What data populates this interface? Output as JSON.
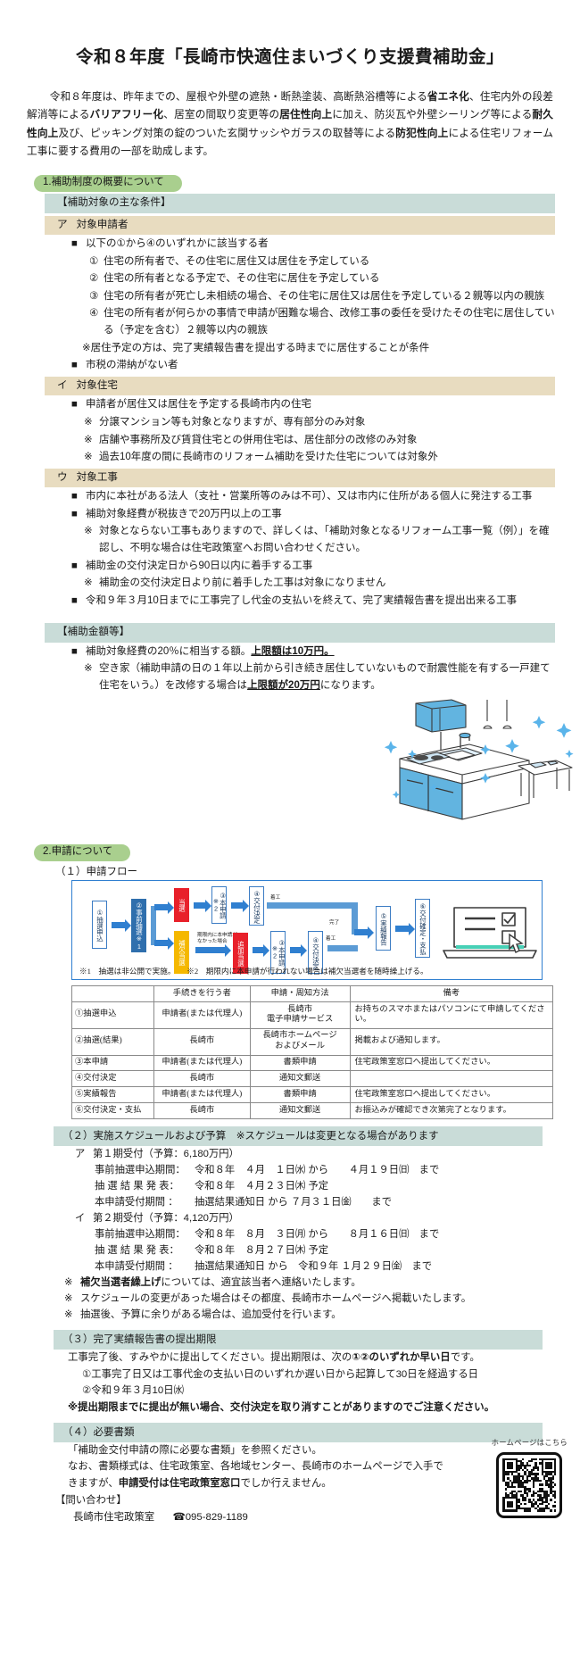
{
  "title": "令和８年度「長崎市快適住まいづくり支援費補助金」",
  "intro": {
    "parts": [
      {
        "t": "令和８年度は、昨年までの、屋根や外壁の遮熱・断熱塗装、高断熱浴槽等による",
        "b": false
      },
      {
        "t": "省エネ化",
        "b": true
      },
      {
        "t": "、住宅内外の段差解消等による",
        "b": false
      },
      {
        "t": "バリアフリー化",
        "b": true
      },
      {
        "t": "、居室の間取り変更等の",
        "b": false
      },
      {
        "t": "居住性向上",
        "b": true
      },
      {
        "t": "に加え、防災瓦や外壁シーリング等による",
        "b": false
      },
      {
        "t": "耐久性向上",
        "b": true
      },
      {
        "t": "及び、ピッキング対策の錠のついた玄関サッシやガラスの取替等による",
        "b": false
      },
      {
        "t": "防犯性向上",
        "b": true
      },
      {
        "t": "による住宅リフォーム工事に要する費用の一部を助成します。",
        "b": false
      }
    ]
  },
  "section1": {
    "pill": "1.補助制度の概要について",
    "conditions_header": "【補助対象の主な条件】",
    "group_a": {
      "kana": "ア",
      "label": "対象申請者",
      "lead": {
        "mark": "■",
        "text": "以下の①から④のいずれかに該当する者"
      },
      "items": [
        {
          "mark": "①",
          "text": "住宅の所有者で、その住宅に居住又は居住を予定している"
        },
        {
          "mark": "②",
          "text": "住宅の所有者となる予定で、その住宅に居住を予定している"
        },
        {
          "mark": "③",
          "text": "住宅の所有者が死亡し未相続の場合、その住宅に居住又は居住を予定している２親等以内の親族"
        },
        {
          "mark": "④",
          "text": "住宅の所有者が何らかの事情で申請が困難な場合、改修工事の委任を受けたその住宅に居住している（予定を含む）２親等以内の親族"
        }
      ],
      "note": "※居住予定の方は、完了実績報告書を提出する時までに居住することが条件",
      "extra": {
        "mark": "■",
        "text": "市税の滞納がない者"
      }
    },
    "group_i": {
      "kana": "イ",
      "label": "対象住宅",
      "items": [
        {
          "mark": "■",
          "text": "申請者が居住又は居住を予定する長崎市内の住宅"
        },
        {
          "mark": "※",
          "text": "分譲マンション等も対象となりますが、専有部分のみ対象"
        },
        {
          "mark": "※",
          "text": "店舗や事務所及び賃貸住宅との併用住宅は、居住部分の改修のみ対象"
        },
        {
          "mark": "※",
          "text": "過去10年度の間に長崎市のリフォーム補助を受けた住宅については対象外"
        }
      ]
    },
    "group_u": {
      "kana": "ウ",
      "label": "対象工事",
      "items": [
        {
          "mark": "■",
          "text": "市内に本社がある法人（支社・営業所等のみは不可）、又は市内に住所がある個人に発注する工事"
        },
        {
          "mark": "■",
          "text": "補助対象経費が税抜きで20万円以上の工事"
        },
        {
          "mark": "※",
          "text": "対象とならない工事もありますので、詳しくは、「補助対象となるリフォーム工事一覧（例）」を確認し、不明な場合は住宅政策室へお問い合わせください。"
        },
        {
          "mark": "■",
          "text": "補助金の交付決定日から90日以内に着手する工事"
        },
        {
          "mark": "※",
          "text": "補助金の交付決定日より前に着手した工事は対象になりません"
        },
        {
          "mark": "■",
          "text": "令和９年３月10日までに工事完了し代金の支払いを終えて、完了実績報告書を提出出来る工事"
        }
      ]
    },
    "amount_header": "【補助金額等】",
    "amount_line1": [
      {
        "t": "補助対象経費の20％に相当する額。",
        "b": false
      },
      {
        "t": "上限額は10万円。",
        "b": true,
        "u": true
      }
    ],
    "amount_note": [
      {
        "t": "空き家（補助申請の日の１年以上前から引き続き居住していないもので耐震性能を有する一戸建て住宅をいう。）を改修する場合は",
        "b": false
      },
      {
        "t": "上限額が20万円",
        "b": true,
        "u": true
      },
      {
        "t": "になります。",
        "b": false
      }
    ],
    "amount_mark": "■",
    "note_mark": "※"
  },
  "section2": {
    "pill": "2.申請について",
    "flow_label": "（１）申請フロー",
    "flow": {
      "nodes": [
        {
          "id": "n1",
          "label": "①抽選申込"
        },
        {
          "id": "n2",
          "label": "②事前抽選※1"
        },
        {
          "id": "n3",
          "label": "当選"
        },
        {
          "id": "n4",
          "label": "補欠当選"
        },
        {
          "id": "n5",
          "label": "③本申請※2"
        },
        {
          "id": "n6",
          "label": "④交付決定"
        },
        {
          "id": "n7",
          "label": "追加当選"
        },
        {
          "id": "n8",
          "label": "③本申請※2"
        },
        {
          "id": "n9",
          "label": "④交付決定"
        },
        {
          "id": "n10",
          "label": "⑤実績報告"
        },
        {
          "id": "n11",
          "label": "⑥交付確定・支払"
        }
      ],
      "edge_labels": [
        "期限内に本申請がなかった場合",
        "着工",
        "完了",
        "着工"
      ],
      "footnotes": "※1　抽選は非公開で実施。　　※2　期限内に本申請が行われない場合は補欠当選者を随時繰上げる。"
    },
    "table": {
      "headers": [
        "",
        "手続きを行う者",
        "申請・周知方法",
        "備考"
      ],
      "rows": [
        [
          "①抽選申込",
          "申請者(または代理人)",
          "長崎市\n電子申請サービス",
          "お持ちのスマホまたはパソコンにて申請してください。"
        ],
        [
          "②抽選(結果)",
          "長崎市",
          "長崎市ホームページ\nおよびメール",
          "掲載および通知します。"
        ],
        [
          "③本申請",
          "申請者(または代理人)",
          "書類申請",
          "住宅政策室窓口へ提出してください。"
        ],
        [
          "④交付決定",
          "長崎市",
          "通知文郵送",
          ""
        ],
        [
          "⑤実績報告",
          "申請者(または代理人)",
          "書類申請",
          "住宅政策室窓口へ提出してください。"
        ],
        [
          "⑥交付決定・支払",
          "長崎市",
          "通知文郵送",
          "お振込みが確認でき次第完了となります。"
        ]
      ]
    },
    "schedule": {
      "header": "（２）実施スケジュールおよび予算　※スケジュールは変更となる場合があります",
      "term1": {
        "kana": "ア",
        "title": "第１期受付（予算：6,180万円）",
        "lines": [
          {
            "label": "事前抽選申込期間：",
            "value": "令和８年　４月　１日㈬ から　　４月１９日㈰　まで"
          },
          {
            "label": "抽 選 結 果 発 表：",
            "value": "令和８年　４月２３日㈭ 予定"
          },
          {
            "label": "本申請受付期間 ：",
            "value": "抽選結果通知日 から ７月３１日㈮　　まで"
          }
        ]
      },
      "term2": {
        "kana": "イ",
        "title": "第２期受付（予算：4,120万円）",
        "lines": [
          {
            "label": "事前抽選申込期間：",
            "value": "令和８年　８月　３日㈪ から　　８月１６日㈰　まで"
          },
          {
            "label": "抽 選 結 果 発 表：",
            "value": "令和８年　８月２７日㈭ 予定"
          },
          {
            "label": "本申請受付期間 ：",
            "value": "抽選結果通知日 から　令和９年 １月２９日㈮　まで"
          }
        ]
      },
      "notes": [
        [
          {
            "t": "補欠当選者繰上げ",
            "b": true
          },
          {
            "t": "については、適宜該当者へ連絡いたします。",
            "b": false
          }
        ],
        [
          {
            "t": "スケジュールの変更があった場合はその都度、長崎市ホームページへ掲載いたします。",
            "b": false
          }
        ],
        [
          {
            "t": "抽選後、予算に余りがある場合は、追加受付を行います。",
            "b": false
          }
        ]
      ],
      "note_mark": "※"
    },
    "report": {
      "header": "（３）完了実績報告書の提出期限",
      "lead": [
        {
          "t": "工事完了後、すみやかに提出してください。提出期限は、次の",
          "b": false
        },
        {
          "t": "①②のいずれか早い日",
          "b": true
        },
        {
          "t": "です。",
          "b": false
        }
      ],
      "items": [
        "①工事完了日又は工事代金の支払い日のいずれか遅い日から起算して30日を経過する日",
        "②令和９年３月10日㈬"
      ],
      "warning": "※提出期限までに提出が無い場合、交付決定を取り消すことがありますのでご注意ください。"
    },
    "documents": {
      "header": "（４）必要書類",
      "line1": "「補助金交付申請の際に必要な書類」を参照ください。",
      "line2": [
        {
          "t": "なお、書類様式は、住宅政策室、各地域センター、長崎市のホームページで入手できますが、",
          "b": false
        },
        {
          "t": "申請受付は住宅政策室窓口",
          "b": true
        },
        {
          "t": "でしか行えません。",
          "b": false
        }
      ],
      "qr_caption": "ホームページはこちら"
    },
    "contact": {
      "header": "【問い合わせ】",
      "org": "長崎市住宅政策室",
      "tel_icon": "☎",
      "tel": "095-829-1189"
    }
  },
  "colors": {
    "pill_green": "#a9cf8e",
    "band_teal": "#c9dcd8",
    "band_tan": "#e8dcc0",
    "flow_blue": "#2f7fd0",
    "accent_red": "#e8202a",
    "accent_amber": "#f5b800",
    "kitchen_blue": "#62b4e0"
  }
}
